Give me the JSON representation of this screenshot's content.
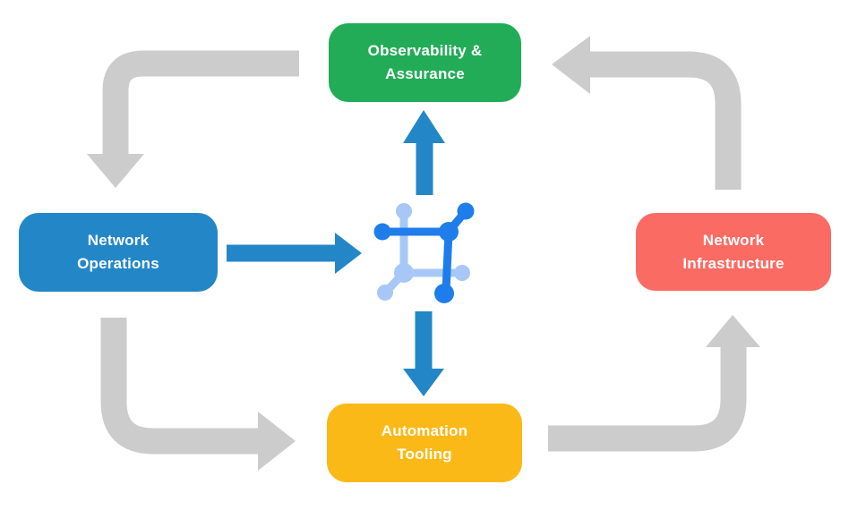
{
  "colors": {
    "background": "#ffffff",
    "node_text": "#ffffff",
    "flow_arrow_gray": "#cccccc",
    "process_arrow_blue": "#2387c7"
  },
  "nodes": {
    "observability": {
      "line1": "Observability &",
      "line2": "Assurance",
      "color": "#22ac57"
    },
    "operations": {
      "line1": "Network",
      "line2": "Operations",
      "color": "#2387c7"
    },
    "infrastructure": {
      "line1": "Network",
      "line2": "Infrastructure",
      "color": "#fa6b64"
    },
    "automation": {
      "line1": "Automation",
      "line2": "Tooling",
      "color": "#fbb917"
    }
  },
  "center_icon": {
    "name": "network-mesh-icon",
    "dark_color": "#1f7deb",
    "light_color": "#a7c8f6"
  },
  "arrows": [
    {
      "from": "Observability & Assurance",
      "to": "Network Operations",
      "style": "gray-elbow"
    },
    {
      "from": "Network Operations",
      "to": "Automation Tooling",
      "style": "gray-elbow"
    },
    {
      "from": "Automation Tooling",
      "to": "Network Infrastructure",
      "style": "gray-elbow"
    },
    {
      "from": "Network Infrastructure",
      "to": "Observability & Assurance",
      "style": "gray-elbow"
    },
    {
      "from": "Network Operations",
      "to": "center-icon",
      "style": "blue-straight"
    },
    {
      "from": "center-icon",
      "to": "Observability & Assurance",
      "style": "blue-straight"
    },
    {
      "from": "center-icon",
      "to": "Automation Tooling",
      "style": "blue-straight"
    }
  ]
}
